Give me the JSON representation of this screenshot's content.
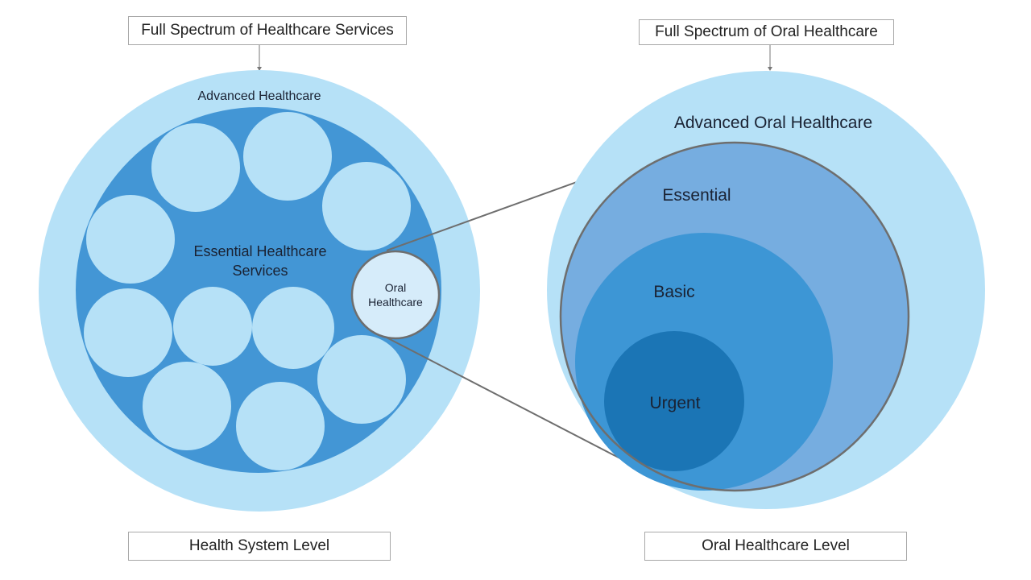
{
  "left_panel": {
    "header": "Full Spectrum of Healthcare Services",
    "outer_label": "Advanced Healthcare",
    "inner_label_line1": "Essential Healthcare",
    "inner_label_line2": "Services",
    "highlight_label_line1": "Oral",
    "highlight_label_line2": "Healthcare",
    "footer": "Health System Level",
    "service_circle_count": 10
  },
  "right_panel": {
    "header": "Full Spectrum of Oral Healthcare",
    "outer_label": "Advanced Oral Healthcare",
    "levels": [
      {
        "label": "Essential"
      },
      {
        "label": "Basic"
      },
      {
        "label": "Urgent"
      }
    ],
    "footer": "Oral Healthcare Level"
  },
  "colors": {
    "light_blue": "#b6e1f7",
    "mid_blue": "#4396d5",
    "essential_blue": "#76ade0",
    "basic_blue": "#3d96d5",
    "urgent_blue": "#1b75b5",
    "oral_fill": "#d6ecfa",
    "outline_gray": "#6e6e6e"
  }
}
